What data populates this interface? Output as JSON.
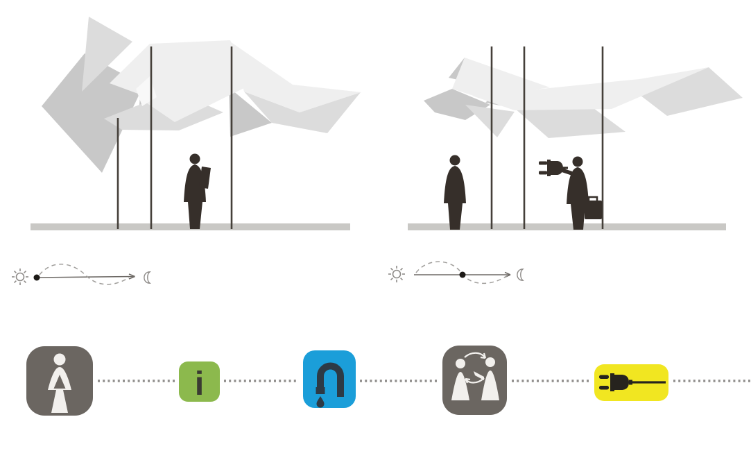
{
  "palette": {
    "background": "#ffffff",
    "canopy_dark": "#c8c8c8",
    "canopy_mid": "#dcdcdc",
    "canopy_light": "#efefef",
    "canopy_highlight": "#f8f8f8",
    "pole": "#45403a",
    "ground": "#c9c8c5",
    "figure": "#362f2a",
    "timeline_line": "#6e6a66",
    "timeline_dash": "#a09e9b",
    "timeline_marker": "#1d1a17",
    "sun_moon_stroke": "#8e8b88",
    "connector_dot": "#908e8c"
  },
  "scenes": {
    "left": {
      "name": "canopy-scene-day-start",
      "pole_count": 3,
      "figures": [
        "person-with-book"
      ]
    },
    "right": {
      "name": "canopy-scene-midday",
      "pole_count": 3,
      "figures": [
        "standing-person",
        "person-with-briefcase"
      ],
      "glyphs": [
        "power-plug"
      ]
    }
  },
  "timelines": {
    "left": {
      "start_icon": "sun",
      "end_icon": "moon",
      "marker_position": "start"
    },
    "right": {
      "start_icon": "sun",
      "end_icon": "moon",
      "marker_position": "middle"
    }
  },
  "icon_row": {
    "connector_style": "dotted",
    "icons": [
      {
        "name": "woman-icon",
        "bg": "#6b6661",
        "fg": "#f2f0ed"
      },
      {
        "name": "info-icon",
        "bg": "#8cb94d",
        "fg": "#3a3a32",
        "glyph": "i"
      },
      {
        "name": "water-tap-icon",
        "bg": "#1b9ed9",
        "fg": "#2d3a45"
      },
      {
        "name": "people-exchange-icon",
        "bg": "#6b6661",
        "fg": "#f2f0ed"
      },
      {
        "name": "power-plug-icon",
        "bg": "#f1e621",
        "fg": "#26231e"
      }
    ]
  }
}
